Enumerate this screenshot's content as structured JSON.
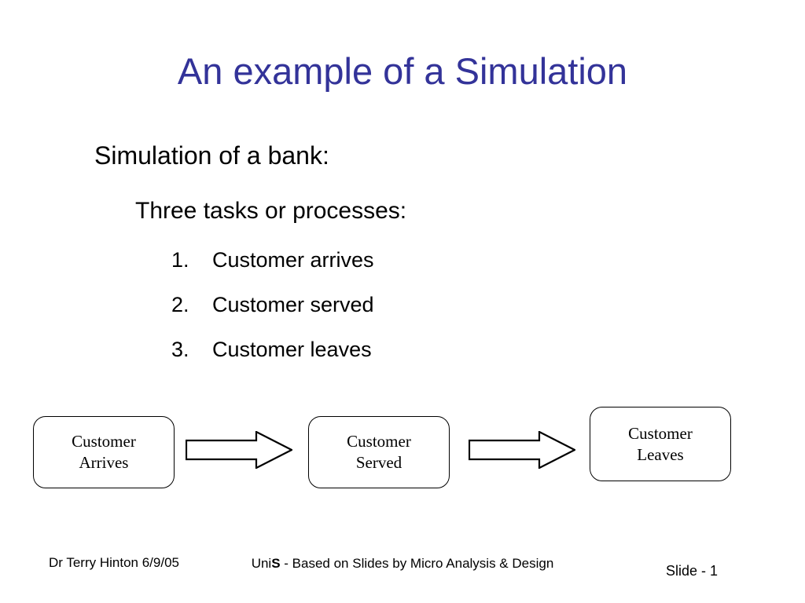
{
  "slide": {
    "title": "An example of a Simulation",
    "title_color": "#333399",
    "background_color": "#ffffff",
    "text_color": "#000000"
  },
  "body": {
    "level1": "Simulation of a bank:",
    "level2": "Three tasks or processes:",
    "numbered_items": [
      {
        "number": "1.",
        "text": "Customer arrives"
      },
      {
        "number": "2.",
        "text": "Customer served"
      },
      {
        "number": "3.",
        "text": "Customer leaves"
      }
    ]
  },
  "diagram": {
    "type": "flowchart",
    "boxes": [
      {
        "line1": "Customer",
        "line2": "Arrives"
      },
      {
        "line1": "Customer",
        "line2": "Served"
      },
      {
        "line1": "Customer",
        "line2": "Leaves"
      }
    ],
    "connectors": [
      {
        "kind": "block-arrow",
        "direction": "right"
      },
      {
        "kind": "block-arrow",
        "direction": "right"
      }
    ]
  },
  "footer": {
    "left": "Dr Terry Hinton  6/9/05",
    "center_prefix": "Uni",
    "center_bold": "S",
    "center_suffix": " - Based on Slides by Micro Analysis & Design",
    "right": "Slide - 1"
  }
}
